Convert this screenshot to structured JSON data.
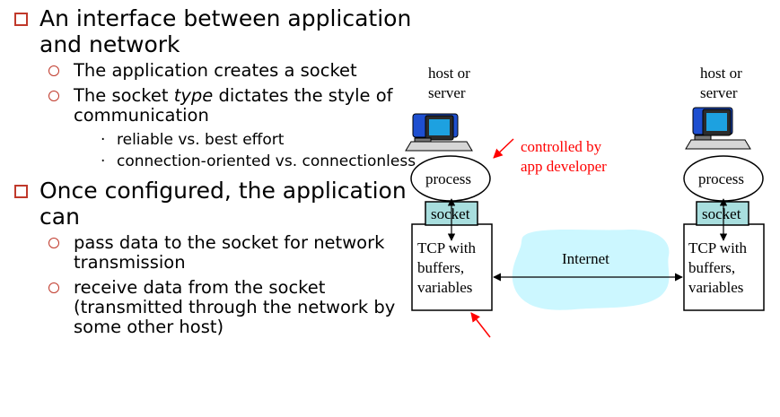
{
  "bullets": {
    "b1": "An interface between application and network",
    "b1_sub1": "The application creates a socket",
    "b1_sub2_pre": "The socket ",
    "b1_sub2_em": "type",
    "b1_sub2_post": " dictates the style of communication",
    "b1_sub2_a": "reliable vs. best effort",
    "b1_sub2_b": "connection-oriented vs. connectionless",
    "b2": "Once configured, the application can",
    "b2_sub1": "pass data to the socket for network transmission",
    "b2_sub2": "receive data from the socket (transmitted through the network by some other host)"
  },
  "diagram": {
    "left_host_line1": "host or",
    "left_host_line2": "server",
    "right_host_line1": "host or",
    "right_host_line2": "server",
    "controlled_line1": "controlled by",
    "controlled_line2": "app developer",
    "process_left": "process",
    "process_right": "process",
    "socket_left": "socket",
    "socket_right": "socket",
    "tcp_left_1": "TCP with",
    "tcp_left_2": "buffers,",
    "tcp_left_3": "variables",
    "tcp_right_1": "TCP with",
    "tcp_right_2": "buffers,",
    "tcp_right_3": "variables",
    "internet": "Internet"
  },
  "colors": {
    "annotation": "#ff0000",
    "bullet_marker": "#c0392b",
    "socket_fill": "#a8dede",
    "cloud_fill": "#ccf7ff"
  }
}
